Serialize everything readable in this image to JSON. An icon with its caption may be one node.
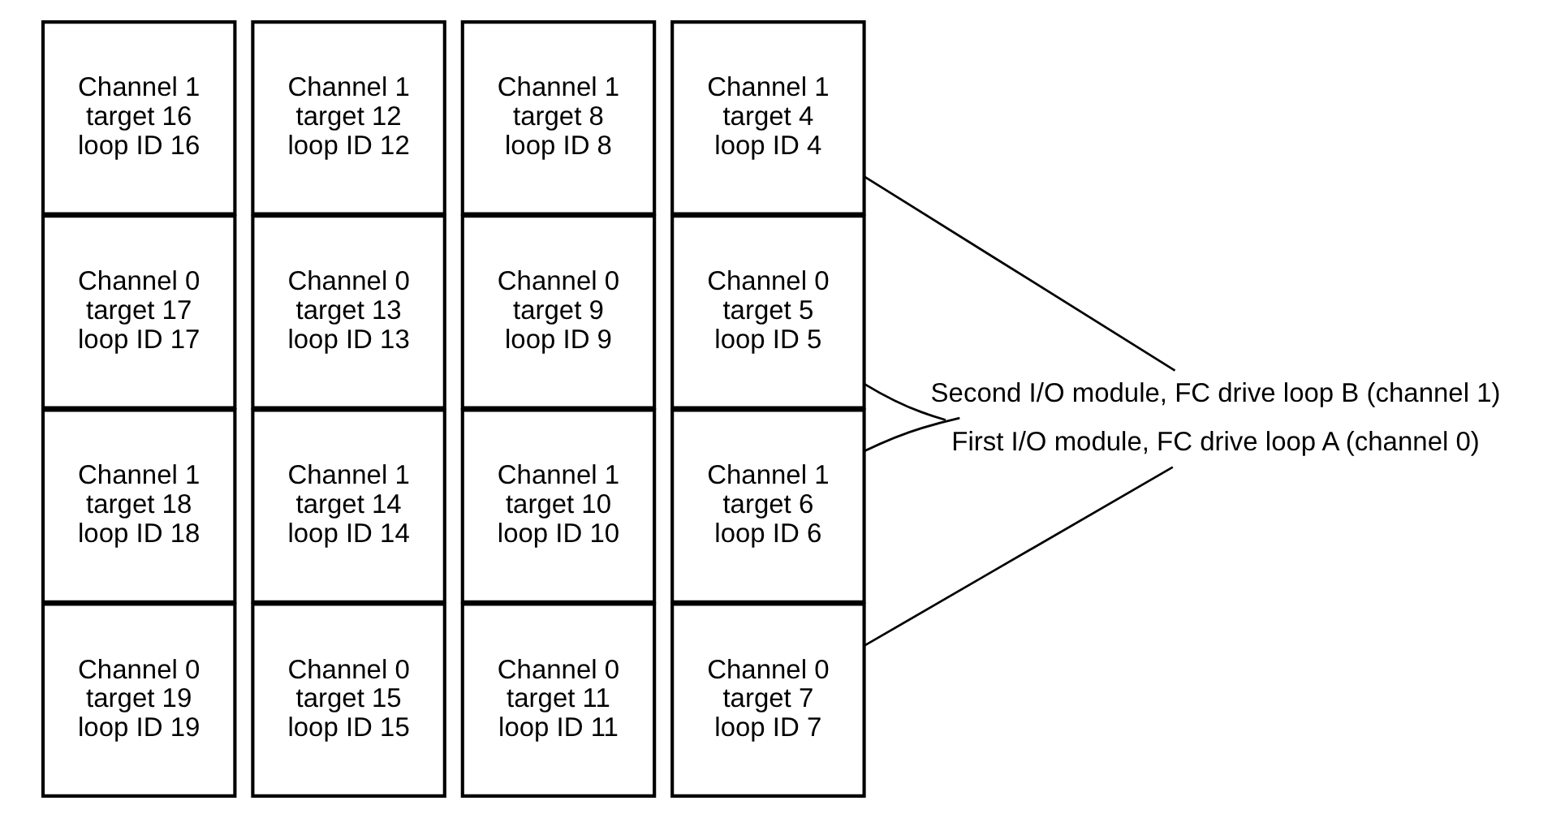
{
  "diagram": {
    "nodes": [
      {
        "text": [
          "Channel 1",
          "target 16",
          "loop ID 16"
        ]
      },
      {
        "text": [
          "Channel 1",
          "target 12",
          "loop ID 12"
        ]
      },
      {
        "text": [
          "Channel 1",
          "target 8",
          "loop ID 8"
        ]
      },
      {
        "text": [
          "Channel 1",
          "target 4",
          "loop ID 4"
        ]
      },
      {
        "text": [
          "Channel 0",
          "target 17",
          "loop ID 17"
        ]
      },
      {
        "text": [
          "Channel 0",
          "target 13",
          "loop ID 13"
        ]
      },
      {
        "text": [
          "Channel 0",
          "target 9",
          "loop ID 9"
        ]
      },
      {
        "text": [
          "Channel 0",
          "target 5",
          "loop ID 5"
        ]
      },
      {
        "text": [
          "Channel 1",
          "target 18",
          "loop ID 18"
        ]
      },
      {
        "text": [
          "Channel 1",
          "target 14",
          "loop ID 14"
        ]
      },
      {
        "text": [
          "Channel 1",
          "target 10",
          "loop ID 10"
        ]
      },
      {
        "text": [
          "Channel 1",
          "target 6",
          "loop ID 6"
        ]
      },
      {
        "text": [
          "Channel 0",
          "target 19",
          "loop ID 19"
        ]
      },
      {
        "text": [
          "Channel 0",
          "target 15",
          "loop ID 15"
        ]
      },
      {
        "text": [
          "Channel 0",
          "target 11",
          "loop ID 11"
        ]
      },
      {
        "text": [
          "Channel 0",
          "target 7",
          "loop ID 7"
        ]
      },
      {
        "text": [
          "Second I/O module, FC drive loop B (channel 1)"
        ]
      },
      {
        "text": [
          "First I/O module, FC drive loop A (channel 0)"
        ]
      }
    ],
    "edges": [
      {
        "from": 3,
        "to": 16,
        "arrow": "none"
      },
      {
        "from": 7,
        "to": 17,
        "arrow": "none"
      },
      {
        "from": 11,
        "to": 16,
        "arrow": "none"
      },
      {
        "from": 15,
        "to": 17,
        "arrow": "none"
      }
    ]
  }
}
